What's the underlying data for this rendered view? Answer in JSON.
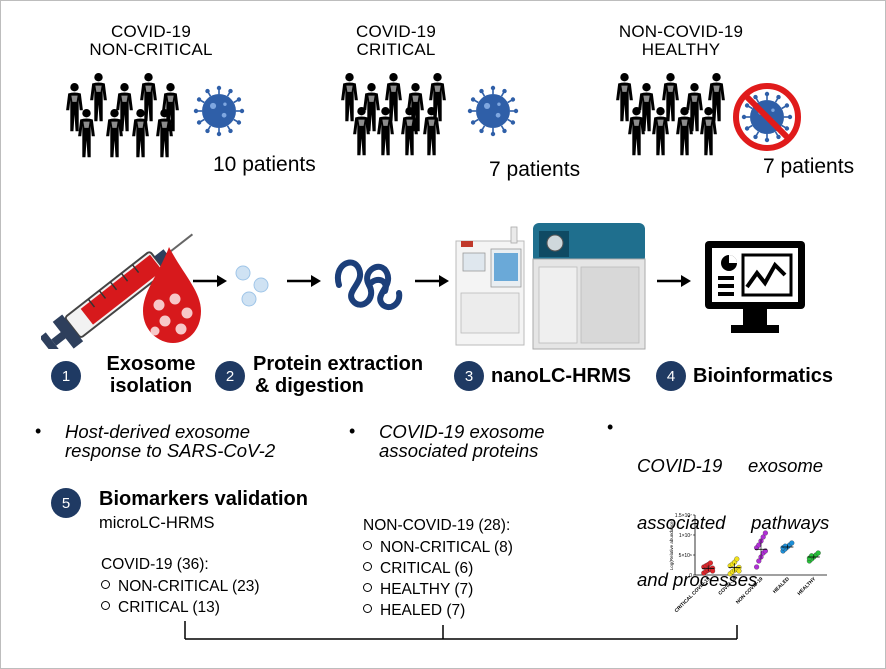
{
  "groups": [
    {
      "title_line1": "COVID-19",
      "title_line2": "NON-CRITICAL",
      "patients": "10 patients"
    },
    {
      "title_line1": "COVID-19",
      "title_line2": "CRITICAL",
      "patients": "7 patients"
    },
    {
      "title_line1": "NON-COVID-19",
      "title_line2": "HEALTHY",
      "patients": "7 patients"
    }
  ],
  "steps": [
    {
      "number": "1",
      "line1": "Exosome",
      "line2": "isolation"
    },
    {
      "number": "2",
      "line1": "Protein extraction",
      "line2": "& digestion"
    },
    {
      "number": "3",
      "line1": "nanoLC-HRMS"
    },
    {
      "number": "4",
      "line1": "Bioinformatics"
    }
  ],
  "bullets": [
    {
      "line1": "Host-derived exosome",
      "line2": "response to SARS-CoV-2"
    },
    {
      "line1": "COVID-19 exosome",
      "line2": "associated proteins"
    },
    {
      "line1": "COVID-19     exosome",
      "line2": "associated     pathways",
      "line3": "and processes"
    }
  ],
  "validation": {
    "number": "5",
    "title": "Biomarkers validation",
    "method": "microLC-HRMS"
  },
  "covid_list": {
    "heading": "COVID-19 (36):",
    "items": [
      "NON-CRITICAL (23)",
      "CRITICAL (13)"
    ]
  },
  "noncovid_list": {
    "heading": "NON-COVID-19 (28):",
    "items": [
      "NON-CRITICAL (8)",
      "CRITICAL (6)",
      "HEALTHY (7)",
      "HEALED (7)"
    ]
  },
  "colors": {
    "step_circle": "#1f3a63",
    "virus": "#2f5fa8",
    "blood": "#d7191c",
    "ms_teal": "#1f6f8e"
  },
  "chart_data": {
    "type": "scatter",
    "ylabel": "Log(Relative abundance)",
    "y_tick_labels": [
      "1.5×10⁷",
      "1×10⁷",
      "5×10⁶",
      "0"
    ],
    "ylim": [
      0,
      15000000
    ],
    "categories": [
      "CRITICAL COVID-19",
      "COVID-19",
      "NON COVID-19",
      "HEALED",
      "HEALTHY"
    ],
    "series": [
      {
        "category": "CRITICAL COVID-19",
        "color": "#e0262b",
        "values": [
          500000,
          900000,
          1200000,
          1500000,
          1700000,
          2000000,
          2300000,
          2600000,
          3000000,
          1000000
        ]
      },
      {
        "category": "COVID-19",
        "color": "#f2e21a",
        "values": [
          300000,
          800000,
          1200000,
          1500000,
          1900000,
          2300000,
          2700000,
          3200000,
          4000000,
          1000000
        ]
      },
      {
        "category": "NON COVID-19",
        "color": "#b02fd6",
        "values": [
          2000000,
          3500000,
          4500000,
          5500000,
          6000000,
          6800000,
          7500000,
          8500000,
          9500000,
          10500000
        ]
      },
      {
        "category": "HEALED",
        "color": "#1d8fd8",
        "values": [
          6000000,
          6500000,
          7000000,
          7500000,
          8000000,
          6800000,
          7200000
        ]
      },
      {
        "category": "HEALTHY",
        "color": "#27c13a",
        "values": [
          3500000,
          4000000,
          4500000,
          5000000,
          5500000,
          4200000,
          4800000
        ]
      }
    ]
  }
}
